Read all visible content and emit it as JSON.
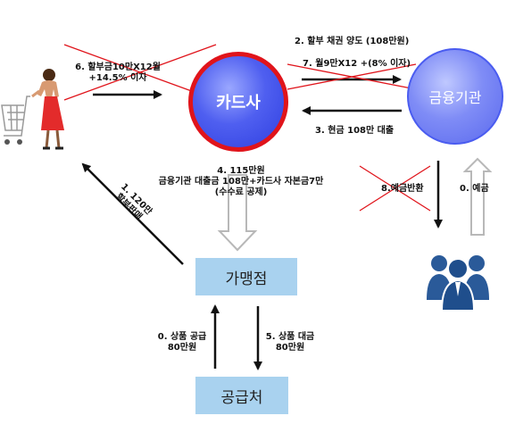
{
  "nodes": {
    "card_company": "카드사",
    "bank": "금융기관",
    "merchant": "가맹점",
    "supplier": "공급처"
  },
  "flows": {
    "customer_to_card": [
      "6. 할부금10만X12월",
      "+14.5% 이자"
    ],
    "card_to_bank_1": "2. 할부 채권 양도 (108만원)",
    "card_to_bank_2": "7. 월9만X12 +(8% 이자)",
    "bank_to_card": "3. 현금 108만 대출",
    "card_to_merchant": [
      "4. 115만원",
      "금융기관 대출금 108만+카드사 자본금7만",
      "(수수료 공제)"
    ],
    "merchant_to_customer": [
      "1. 120만",
      "할부판매"
    ],
    "depositor_withdraw": "8.예금반환",
    "depositor_deposit": "0. 예금",
    "supplier_to_merchant": [
      "0. 상품 공급",
      "80만원"
    ],
    "merchant_to_supplier": [
      "5. 상품 대금",
      "80만원"
    ]
  },
  "colors": {
    "card_fill": "#3b4bea",
    "card_border": "#e0141b",
    "bank_fill": "#6d7cf3",
    "box_fill": "#a9d2ef",
    "cross": "#e0141b",
    "depositors": "#1f4e8c"
  },
  "icons": {
    "customer": "shopper-with-cart-icon",
    "depositors": "group-of-people-icon"
  }
}
